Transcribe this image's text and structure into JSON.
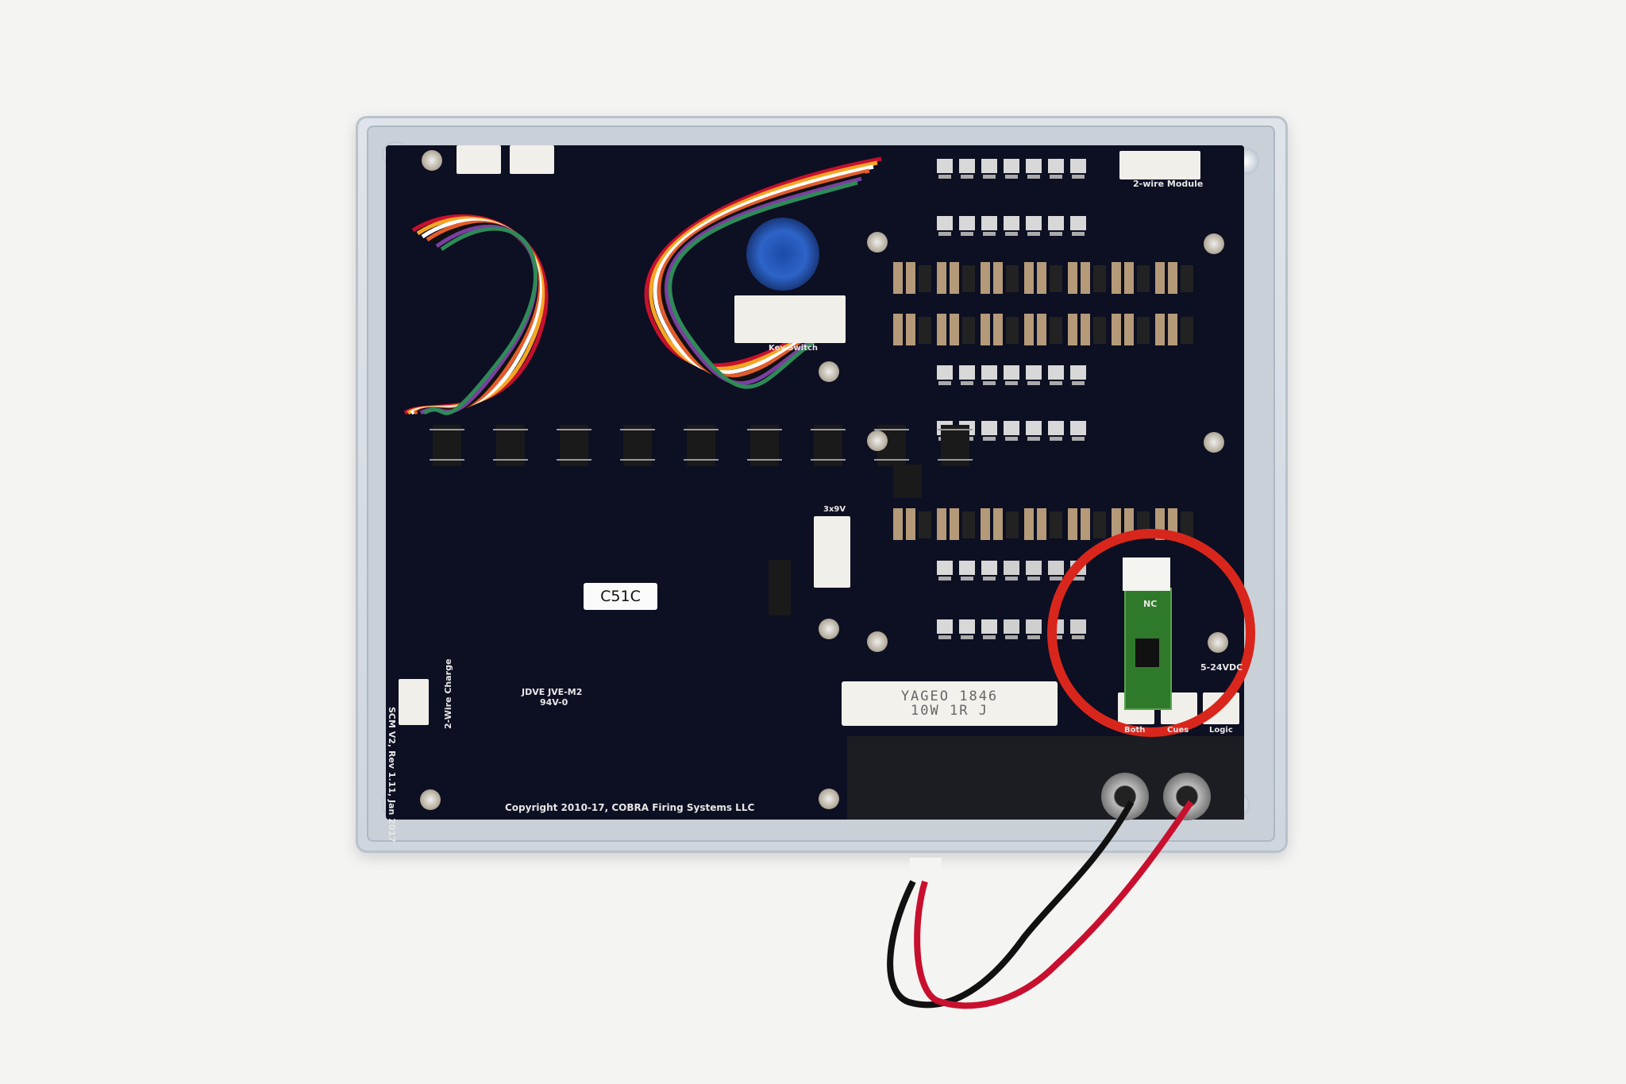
{
  "board": {
    "label_sticker": "C51C",
    "resistor_line1": "YAGEO 1846",
    "resistor_line2": "10W 1R J",
    "copyright": "Copyright 2010-17, COBRA Firing Systems LLC",
    "revision": "SCM V2, Rev 1.11, Jan 2017",
    "two_wire_charge": "2-Wire Charge",
    "two_wire_module": "2-wire Module",
    "key_switch": "Key Switch",
    "battery": "3x9V",
    "voltage": "5-24VDC",
    "connector_both": "Both",
    "connector_cues": "Cues",
    "connector_logic": "Logic",
    "pcb_maker": "JDVE JVE-M2",
    "ul_rating": "94V-0",
    "nc_mark": "NC"
  },
  "colors": {
    "highlight_circle": "#d9261c",
    "pcb": "#0d0f22",
    "wire_red": "#c8102e",
    "wire_black": "#111111"
  }
}
